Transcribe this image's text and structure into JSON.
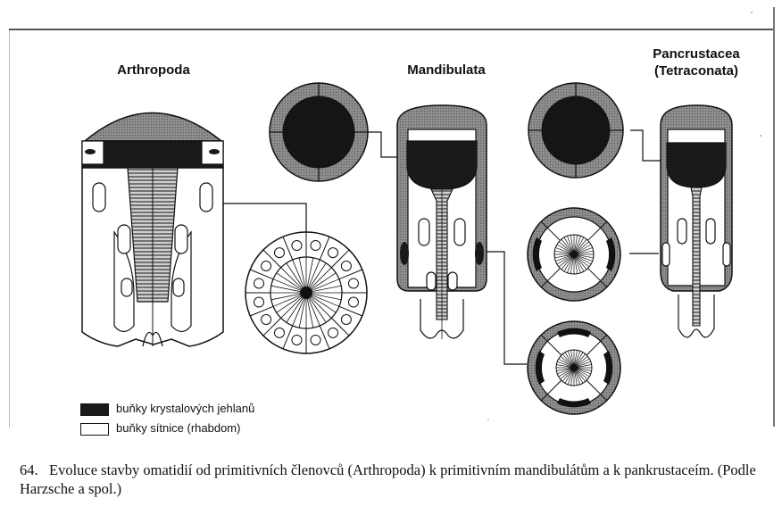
{
  "headers": {
    "arthropoda": "Arthropoda",
    "mandibulata": "Mandibulata",
    "pancrustacea_line1": "Pancrustacea",
    "pancrustacea_line2": "(Tetraconata)"
  },
  "legend": {
    "crystal_cells": "buňky krystalových jehlanů",
    "retina_cells": "buňky sítnice (rhabdom)"
  },
  "caption": {
    "number": "64.",
    "text": "Evoluce stavby omatidií od primitivních členovců (Arthropoda) k primitivním mandibulátům a k pankrustaceím. (Podle Harzsche a spol.)"
  },
  "colors": {
    "ink": "#111111",
    "gray": "#8a8a8a",
    "dark": "#1a1a1a",
    "paper": "#ffffff"
  }
}
